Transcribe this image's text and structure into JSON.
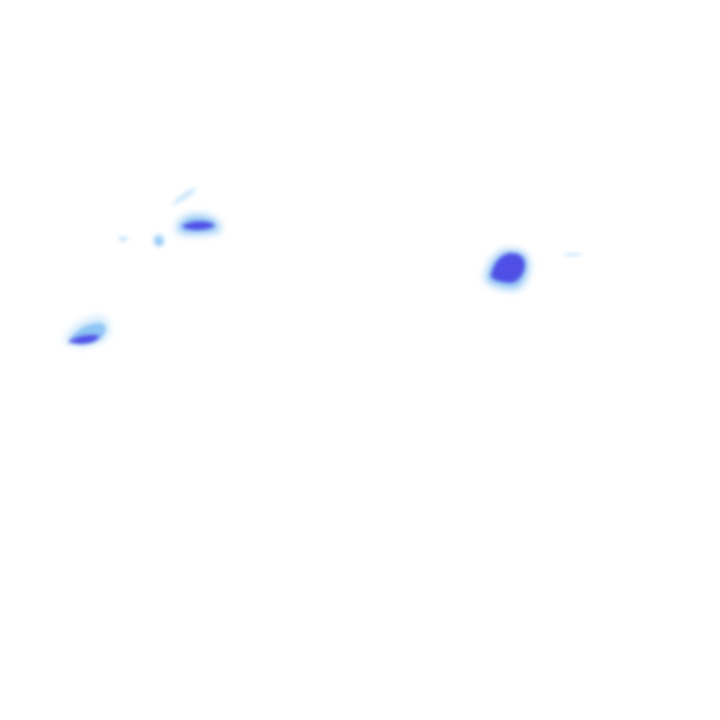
{
  "layer": {
    "kind": "radar-precipitation-overlay",
    "background": "#ffffff",
    "palette": {
      "light": "#cfe8fb",
      "mid": "#8ec5f4",
      "strong": "#6f8df0",
      "intense": "#4f4fe6"
    }
  },
  "echoes": [
    {
      "name": "echo-far-left",
      "intensity": "intense"
    },
    {
      "name": "echo-upper-left-band",
      "intensity": "intense"
    },
    {
      "name": "echo-upper-left-streak",
      "intensity": "light"
    },
    {
      "name": "echo-left-small-a",
      "intensity": "mid"
    },
    {
      "name": "echo-left-small-b",
      "intensity": "light"
    },
    {
      "name": "echo-center-right",
      "intensity": "intense"
    },
    {
      "name": "echo-right-trace",
      "intensity": "light"
    }
  ]
}
